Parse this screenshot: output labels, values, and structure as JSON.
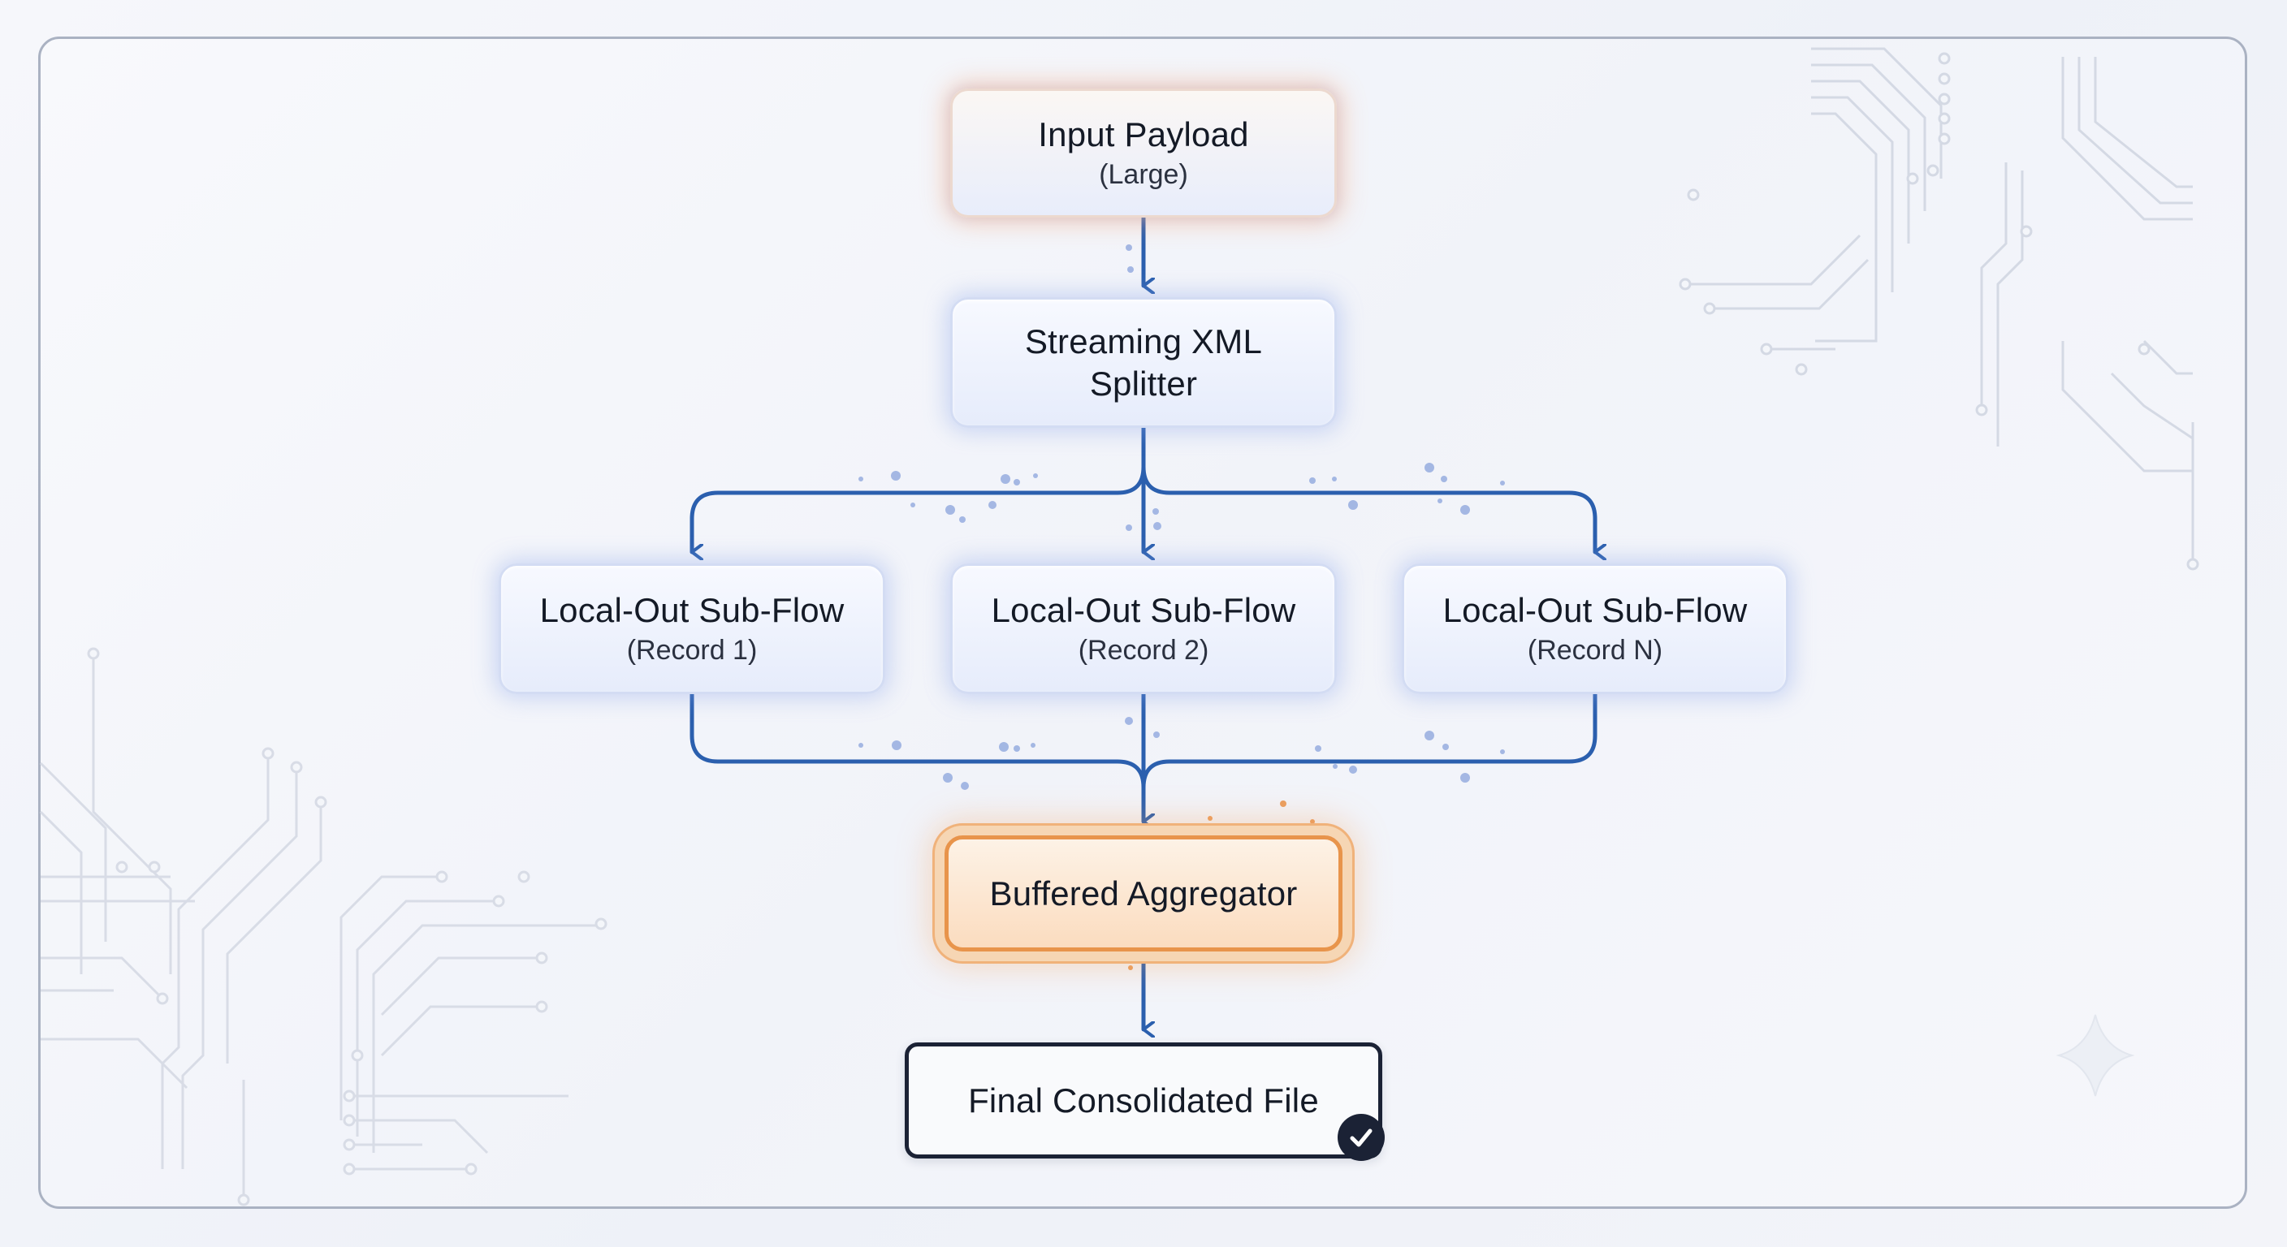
{
  "diagram": {
    "input_node": {
      "title": "Input Payload",
      "subtitle": "(Large)"
    },
    "splitter_node": {
      "title_line1": "Streaming XML",
      "title_line2": "Splitter"
    },
    "subflows": [
      {
        "title": "Local-Out Sub-Flow",
        "subtitle": "(Record 1)"
      },
      {
        "title": "Local-Out Sub-Flow",
        "subtitle": "(Record 2)"
      },
      {
        "title": "Local-Out Sub-Flow",
        "subtitle": "(Record N)"
      }
    ],
    "aggregator_node": {
      "title": "Buffered Aggregator"
    },
    "final_node": {
      "title": "Final Consolidated File",
      "badge_icon": "checkmark-icon"
    }
  },
  "colors": {
    "connector": "#2b5fae",
    "aggregator_border": "#e8944b",
    "final_border": "#1b2235",
    "circuit_lines": "#d6dbe6"
  }
}
